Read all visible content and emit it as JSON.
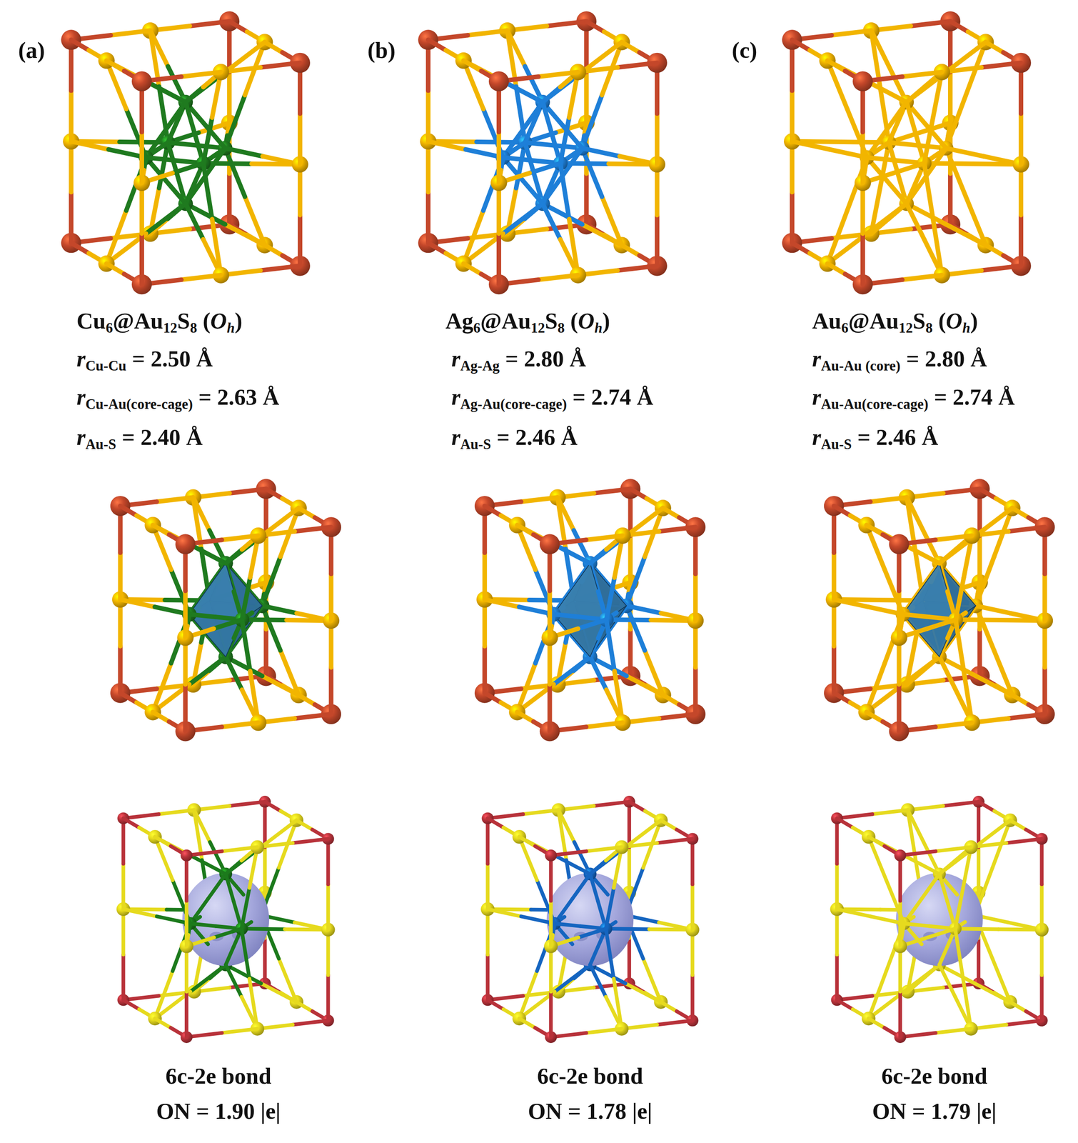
{
  "diagram": {
    "labels": [
      "(a)",
      "(b)",
      "(c)",
      "Cu6@Au12S8 (Oh)",
      "rCu-Cu = 2.50 Å",
      "rCu-Au(core-cage) = 2.63 Å",
      "rAu-S = 2.40 Å",
      "Ag6@Au12S8 (Oh)",
      "rAg-Ag = 2.80 Å",
      "rAg-Au(core-cage) = 2.74 Å",
      "rAu-S = 2.46 Å",
      "Au6@Au12S8 (Oh)",
      "rAu-Au (core) = 2.80 Å",
      "rAu-Au(core-cage) = 2.74 Å",
      "rAu-S = 2.46 Å",
      "6c-2e bond",
      "ON = 1.90 |e|",
      "6c-2e bond",
      "ON = 1.78 |e|",
      "6c-2e bond",
      "ON = 1.79 |e|"
    ]
  }
}
